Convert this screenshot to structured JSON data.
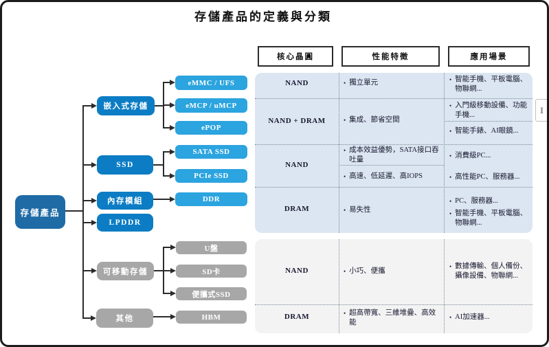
{
  "title": "存儲產品的定義與分類",
  "tree": {
    "root": {
      "label": "存儲產品"
    },
    "level1": [
      {
        "label": "嵌入式存儲"
      },
      {
        "label": "SSD"
      },
      {
        "label": "內存模組"
      },
      {
        "label": "LPDDR"
      },
      {
        "label": "可移動存儲"
      },
      {
        "label": "其他"
      }
    ],
    "level2": [
      {
        "label": "eMMC / UFS"
      },
      {
        "label": "eMCP / uMCP"
      },
      {
        "label": "ePOP"
      },
      {
        "label": "SATA SSD"
      },
      {
        "label": "PCIe SSD"
      },
      {
        "label": "DDR"
      },
      {
        "label": "U盤"
      },
      {
        "label": "SD卡"
      },
      {
        "label": "便攜式SSD"
      },
      {
        "label": "HBM"
      }
    ]
  },
  "table": {
    "headers": [
      "核心晶圓",
      "性能特徵",
      "應用場景"
    ],
    "bullet": "•",
    "upper_rows": [
      {
        "wafer": "NAND",
        "perf1": "獨立單元",
        "app1": "智能手機、平板電腦、物聯網..."
      },
      {
        "wafer": "NAND + DRAM",
        "perf1": "集成、節省空間",
        "app1": "入門級移動設備、功能手機...",
        "app2": "智能手錶、AI眼鏡..."
      },
      {
        "wafer": "NAND",
        "perf1": "成本效益優勢，SATA接口吞吐量",
        "perf2": "高速、低延遲、高IOPS",
        "app1": "消費級PC...",
        "app2": "高性能PC、服務器..."
      },
      {
        "wafer": "DRAM",
        "perf1": "易失性",
        "app1": "PC、服務器...",
        "app2": "智能手機、平板電腦、物聯網..."
      }
    ],
    "lower_rows": [
      {
        "wafer": "NAND",
        "perf1": "小巧、便攜",
        "app1": "數據傳輸、個人備份、攝像設備、物聯網..."
      },
      {
        "wafer": "DRAM",
        "perf1": "超高帶寬、三維堆疊、高效能",
        "app1": "AI加速器..."
      }
    ]
  },
  "side_widget": {
    "glyph": "I"
  },
  "colors": {
    "root_blue": "#1e6ba6",
    "level1_blue": "#0c7dc4",
    "level2_blue": "#2ba4df",
    "gray_node": "#a7a7a7",
    "upper_table_bg": "#dbe6f2",
    "lower_table_bg": "#f3f3f4",
    "connector": "#2b2b2b"
  }
}
